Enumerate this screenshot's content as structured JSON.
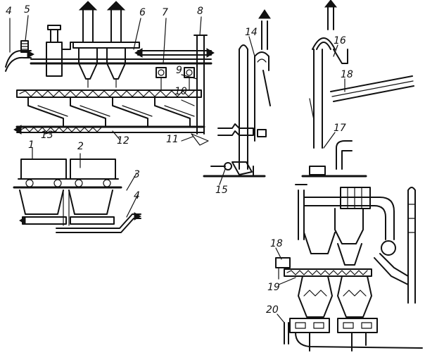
{
  "labels": {
    "l1": "1",
    "l2": "2",
    "l3": "3",
    "l4a": "4",
    "l4b": "4",
    "l5": "5",
    "l6": "6",
    "l7": "7",
    "l8": "8",
    "l9": "9",
    "l10": "10",
    "l11": "11",
    "l12": "12",
    "l13": "13",
    "l14": "14",
    "l15": "15",
    "l16": "16",
    "l17": "17",
    "l18a": "18",
    "l18b": "18",
    "l19": "19",
    "l20": "20"
  }
}
